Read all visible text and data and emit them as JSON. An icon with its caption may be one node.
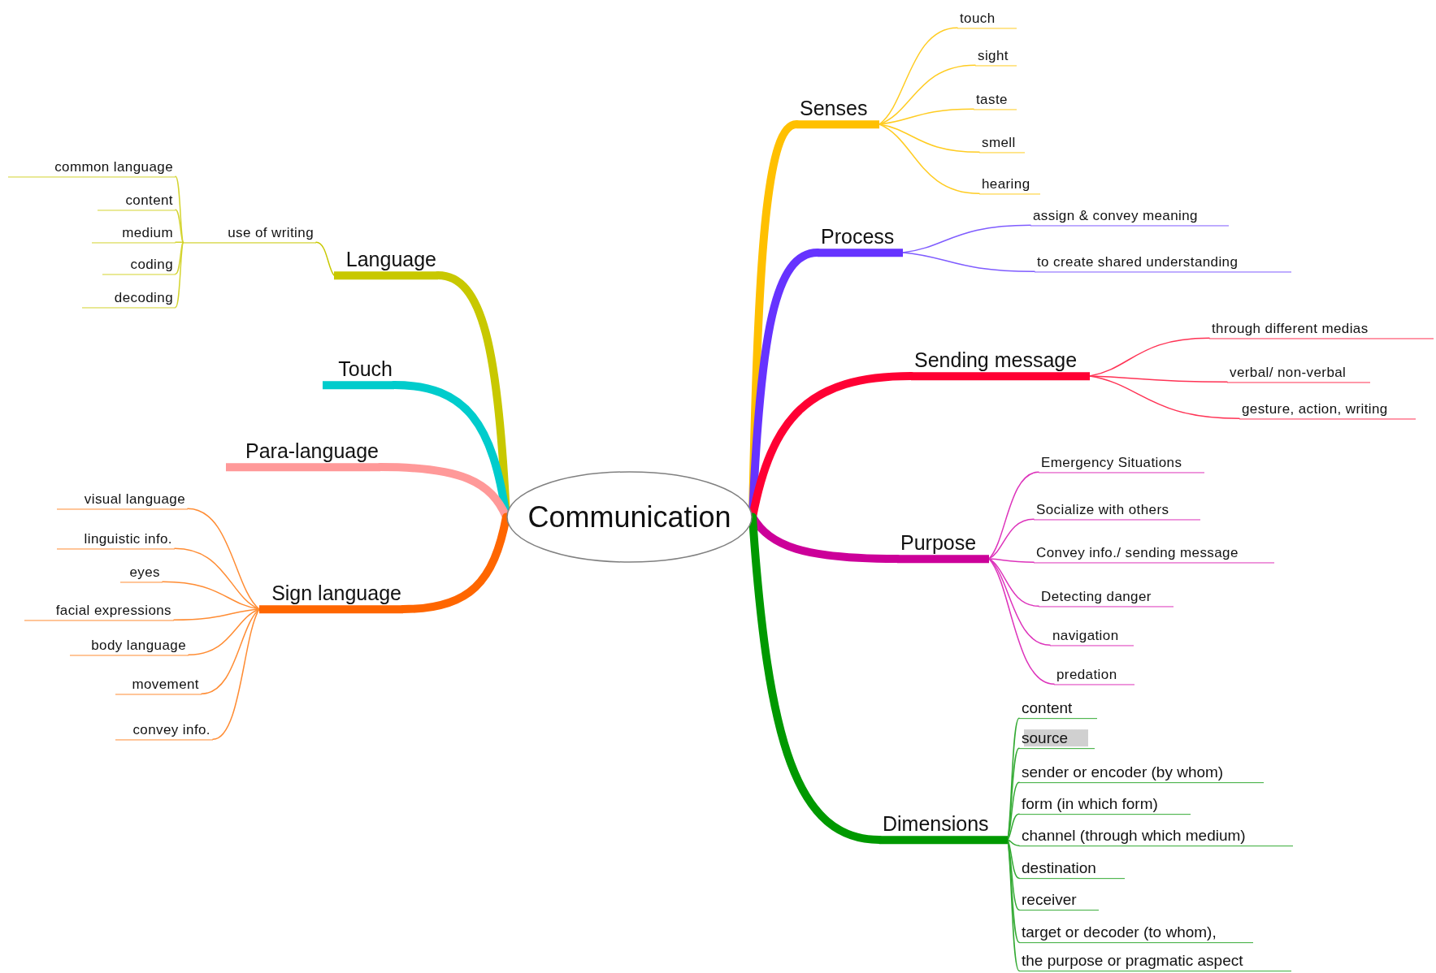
{
  "diagram": {
    "nodes": [
      {
        "text": [
          "Communication"
        ]
      },
      {
        "text": [
          "Language"
        ]
      },
      {
        "text": [
          "use of writing"
        ]
      },
      {
        "text": [
          "common language"
        ]
      },
      {
        "text": [
          "content"
        ]
      },
      {
        "text": [
          "medium"
        ]
      },
      {
        "text": [
          "coding"
        ]
      },
      {
        "text": [
          "decoding"
        ]
      },
      {
        "text": [
          "Touch"
        ]
      },
      {
        "text": [
          "Para-language"
        ]
      },
      {
        "text": [
          "Sign language"
        ]
      },
      {
        "text": [
          "visual language"
        ]
      },
      {
        "text": [
          "linguistic info."
        ]
      },
      {
        "text": [
          "eyes"
        ]
      },
      {
        "text": [
          "facial expressions"
        ]
      },
      {
        "text": [
          "body language"
        ]
      },
      {
        "text": [
          "movement"
        ]
      },
      {
        "text": [
          "convey info."
        ]
      },
      {
        "text": [
          "Senses"
        ]
      },
      {
        "text": [
          "touch"
        ]
      },
      {
        "text": [
          "sight"
        ]
      },
      {
        "text": [
          "taste"
        ]
      },
      {
        "text": [
          "smell"
        ]
      },
      {
        "text": [
          "hearing"
        ]
      },
      {
        "text": [
          "Process"
        ]
      },
      {
        "text": [
          "assign & convey meaning"
        ]
      },
      {
        "text": [
          "to create shared understanding"
        ]
      },
      {
        "text": [
          "Sending message"
        ]
      },
      {
        "text": [
          "through different medias"
        ]
      },
      {
        "text": [
          "verbal/ non-verbal"
        ]
      },
      {
        "text": [
          "gesture, action, writing"
        ]
      },
      {
        "text": [
          "Purpose"
        ]
      },
      {
        "text": [
          "Emergency Situations"
        ]
      },
      {
        "text": [
          "Socialize with others"
        ]
      },
      {
        "text": [
          "Convey info./ sending message"
        ]
      },
      {
        "text": [
          "Detecting danger"
        ]
      },
      {
        "text": [
          "navigation"
        ]
      },
      {
        "text": [
          "predation"
        ]
      },
      {
        "text": [
          "Dimensions"
        ]
      },
      {
        "text": [
          "content"
        ]
      },
      {
        "text": [
          "source"
        ]
      },
      {
        "text": [
          "sender or encoder (by whom)"
        ]
      },
      {
        "text": [
          "form (in which form)"
        ]
      },
      {
        "text": [
          "channel (through which medium)"
        ]
      },
      {
        "text": [
          "destination"
        ]
      },
      {
        "text": [
          "receiver"
        ]
      },
      {
        "text": [
          "target or decoder (to whom),"
        ]
      },
      {
        "text": [
          "the purpose or pragmatic aspect"
        ]
      }
    ],
    "edges": [
      {
        "from": 0,
        "to": 1,
        "arrow": "none",
        "style": "thick",
        "color": "#c8c800"
      },
      {
        "from": 1,
        "to": 2,
        "arrow": "none",
        "color": "#c8c800"
      },
      {
        "from": 2,
        "to": 3,
        "arrow": "none",
        "color": "#d4d430"
      },
      {
        "from": 2,
        "to": 4,
        "arrow": "none",
        "color": "#d4d430"
      },
      {
        "from": 2,
        "to": 5,
        "arrow": "none",
        "color": "#d4d430"
      },
      {
        "from": 2,
        "to": 6,
        "arrow": "none",
        "color": "#d4d430"
      },
      {
        "from": 2,
        "to": 7,
        "arrow": "none",
        "color": "#d4d430"
      },
      {
        "from": 0,
        "to": 8,
        "arrow": "none",
        "style": "thick",
        "color": "#00cccc"
      },
      {
        "from": 0,
        "to": 9,
        "arrow": "none",
        "style": "thick",
        "color": "#ff9999"
      },
      {
        "from": 0,
        "to": 10,
        "arrow": "none",
        "style": "thick",
        "color": "#ff6600"
      },
      {
        "from": 10,
        "to": 11,
        "arrow": "none",
        "color": "#ff8c33"
      },
      {
        "from": 10,
        "to": 12,
        "arrow": "none",
        "color": "#ff8c33"
      },
      {
        "from": 10,
        "to": 13,
        "arrow": "none",
        "color": "#ff8c33"
      },
      {
        "from": 10,
        "to": 14,
        "arrow": "none",
        "color": "#ff8c33"
      },
      {
        "from": 10,
        "to": 15,
        "arrow": "none",
        "color": "#ff8c33"
      },
      {
        "from": 10,
        "to": 16,
        "arrow": "none",
        "color": "#ff8c33"
      },
      {
        "from": 10,
        "to": 17,
        "arrow": "none",
        "color": "#ff8c33"
      },
      {
        "from": 0,
        "to": 18,
        "arrow": "none",
        "style": "thick",
        "color": "#ffc000"
      },
      {
        "from": 18,
        "to": 19,
        "arrow": "none",
        "color": "#ffcc22"
      },
      {
        "from": 18,
        "to": 20,
        "arrow": "none",
        "color": "#ffcc22"
      },
      {
        "from": 18,
        "to": 21,
        "arrow": "none",
        "color": "#ffcc22"
      },
      {
        "from": 18,
        "to": 22,
        "arrow": "none",
        "color": "#ffcc22"
      },
      {
        "from": 18,
        "to": 23,
        "arrow": "none",
        "color": "#ffcc22"
      },
      {
        "from": 0,
        "to": 24,
        "arrow": "none",
        "style": "thick",
        "color": "#6633ff"
      },
      {
        "from": 24,
        "to": 25,
        "arrow": "none",
        "color": "#7f5cff"
      },
      {
        "from": 24,
        "to": 26,
        "arrow": "none",
        "color": "#7f5cff"
      },
      {
        "from": 0,
        "to": 27,
        "arrow": "none",
        "style": "thick",
        "color": "#ff0033"
      },
      {
        "from": 27,
        "to": 28,
        "arrow": "none",
        "color": "#ff3355"
      },
      {
        "from": 27,
        "to": 29,
        "arrow": "none",
        "color": "#ff3355"
      },
      {
        "from": 27,
        "to": 30,
        "arrow": "none",
        "color": "#ff3355"
      },
      {
        "from": 0,
        "to": 31,
        "arrow": "none",
        "style": "thick",
        "color": "#cc0099"
      },
      {
        "from": 31,
        "to": 32,
        "arrow": "none",
        "color": "#dd33bb"
      },
      {
        "from": 31,
        "to": 33,
        "arrow": "none",
        "color": "#dd33bb"
      },
      {
        "from": 31,
        "to": 34,
        "arrow": "none",
        "color": "#dd33bb"
      },
      {
        "from": 31,
        "to": 35,
        "arrow": "none",
        "color": "#dd33bb"
      },
      {
        "from": 31,
        "to": 36,
        "arrow": "none",
        "color": "#dd33bb"
      },
      {
        "from": 31,
        "to": 37,
        "arrow": "none",
        "color": "#dd33bb"
      },
      {
        "from": 0,
        "to": 38,
        "arrow": "none",
        "style": "thick",
        "color": "#009900"
      },
      {
        "from": 38,
        "to": 39,
        "arrow": "none",
        "color": "#33aa33"
      },
      {
        "from": 38,
        "to": 40,
        "arrow": "none",
        "color": "#33aa33"
      },
      {
        "from": 38,
        "to": 41,
        "arrow": "none",
        "color": "#33aa33"
      },
      {
        "from": 38,
        "to": 42,
        "arrow": "none",
        "color": "#33aa33"
      },
      {
        "from": 38,
        "to": 43,
        "arrow": "none",
        "color": "#33aa33"
      },
      {
        "from": 38,
        "to": 44,
        "arrow": "none",
        "color": "#33aa33"
      },
      {
        "from": 38,
        "to": 45,
        "arrow": "none",
        "color": "#33aa33"
      },
      {
        "from": 38,
        "to": 46,
        "arrow": "none",
        "color": "#33aa33"
      },
      {
        "from": 38,
        "to": 47,
        "arrow": "none",
        "color": "#33aa33"
      }
    ]
  }
}
